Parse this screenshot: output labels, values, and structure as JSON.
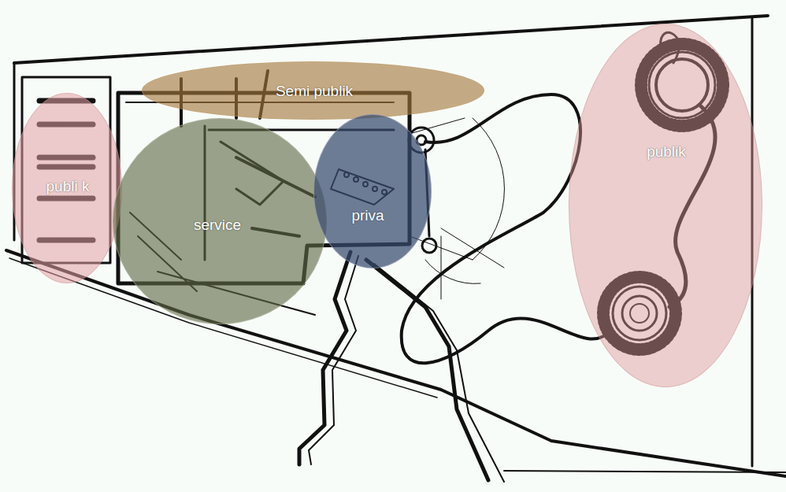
{
  "diagram": {
    "nodes": [
      {
        "text": [
          "publi k"
        ]
      },
      {
        "text": [
          "Semi publik"
        ]
      },
      {
        "text": [
          "service"
        ]
      },
      {
        "text": [
          "priva"
        ]
      },
      {
        "text": [
          "publik"
        ]
      }
    ]
  }
}
